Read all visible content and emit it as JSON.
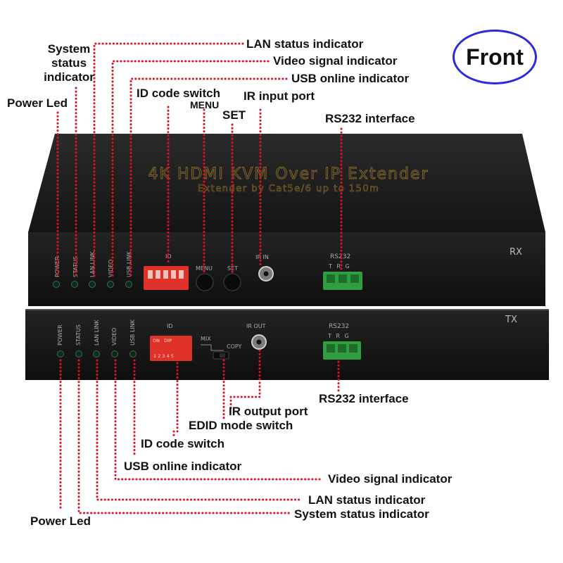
{
  "badge": "Front",
  "rx_device": {
    "title": "4K HDMI KVM Over IP Extender",
    "subtitle": "Extender by Cat5e/6 up to 150m",
    "unit_mark": "RX",
    "led_labels": [
      "POWER",
      "STATUS",
      "LAN LINK",
      "VIDEO",
      "USB LINK"
    ],
    "id_label": "ID",
    "menu_label": "MENU",
    "set_label": "SET",
    "ir_label": "IR IN",
    "rs232_label": "RS232",
    "terminal_pins": "T R G"
  },
  "tx_device": {
    "unit_mark": "TX",
    "led_labels": [
      "POWER",
      "STATUS",
      "LAN LINK",
      "VIDEO",
      "USB LINK"
    ],
    "id_label": "ID",
    "dip_text": "ON   DIP",
    "dip_numbers": "1 2 3 4 5",
    "mix_label": "MIX",
    "copy_label": "COPY",
    "ir_label": "IR OUT",
    "rs232_label": "RS232",
    "terminal_pins": "T R G"
  },
  "callouts_top": {
    "lan_status": "LAN status indicator",
    "video_signal": "Video signal indicator",
    "usb_online": "USB online indicator",
    "system_status": "System status indicator",
    "power_led": "Power Led",
    "id_code_switch": "ID code switch",
    "menu": "MENU",
    "set": "SET",
    "ir_input": "IR input port",
    "rs232": "RS232 interface"
  },
  "callouts_bottom": {
    "rs232": "RS232 interface",
    "ir_output": "IR output port",
    "edid_mode": "EDID mode switch",
    "id_code_switch": "ID code switch",
    "usb_online": "USB online indicator",
    "video_signal": "Video signal indicator",
    "lan_status": "LAN status indicator",
    "system_status": "System status indicator",
    "power_led": "Power Led"
  },
  "colors": {
    "leader_dots": "#e01020",
    "case_dark": "#1c1c1c",
    "dip_switch": "#e03228",
    "terminal_green": "#2f9e3e",
    "badge_ring": "#2a2ae0"
  }
}
